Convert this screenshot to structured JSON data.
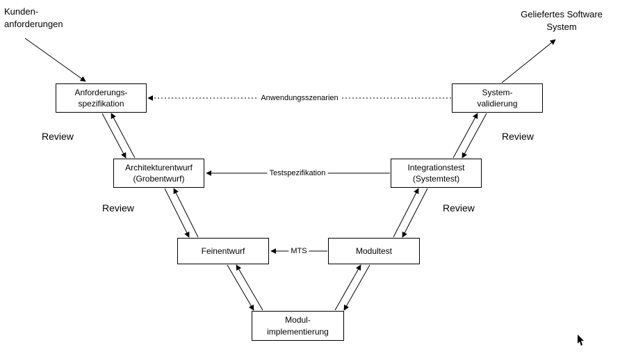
{
  "colors": {
    "line": "#000000",
    "background": "#ffffff",
    "text": "#000000"
  },
  "external_labels": {
    "input": "Kunden-\nanforderungen",
    "output": "Geliefertes Software\nSystem"
  },
  "boxes": {
    "anforderungsspezifikation": "Anforderungs-\nspezifikation",
    "architekturentwurf": "Architekturentwurf\n(Grobentwurf)",
    "feinentwurf": "Feinentwurf",
    "modulimplementierung": "Modul-\nimplementierung",
    "modultest": "Modultest",
    "integrationstest": "Integrationstest\n(Systemtest)",
    "systemvalidierung": "System-\nvalidierung"
  },
  "connector_labels": {
    "anwendungsszenarien": "Anwendungsszenarien",
    "testspezifikation": "Testspezifikation",
    "mts": "MTS"
  },
  "review_label": "Review"
}
